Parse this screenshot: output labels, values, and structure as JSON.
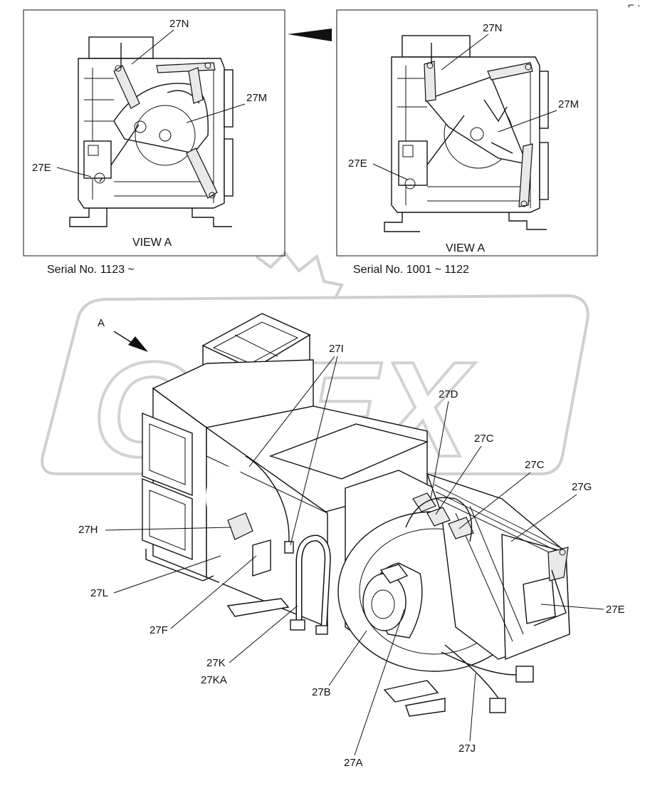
{
  "corner_mark": "⌐ ·",
  "watermark": "OPEX",
  "insets": [
    {
      "view_label": "VIEW  A",
      "serial": "Serial No. 1123 ~",
      "labels": [
        "27N",
        "27M",
        "27E"
      ]
    },
    {
      "view_label": "VIEW  A",
      "serial": "Serial No. 1001 ~ 1122",
      "labels": [
        "27N",
        "27M",
        "27E"
      ]
    }
  ],
  "main_view": {
    "arrow_label": "A",
    "labels": {
      "27I": "27I",
      "27D": "27D",
      "27C_1": "27C",
      "27C_2": "27C",
      "27G": "27G",
      "27H": "27H",
      "27L": "27L",
      "27F": "27F",
      "27E": "27E",
      "27K": "27K",
      "27KA": "27KA",
      "27B": "27B",
      "27J": "27J",
      "27A": "27A"
    }
  }
}
